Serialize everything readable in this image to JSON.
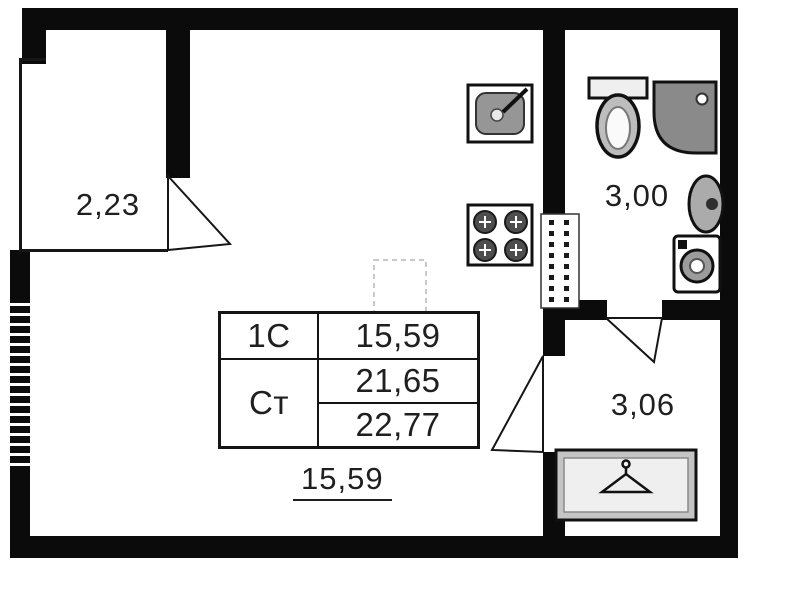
{
  "labels": {
    "balcony": "2,23",
    "bathroom": "3,00",
    "hallway": "3,06",
    "room_underlined": "15,59"
  },
  "table": {
    "type": "1С",
    "type_area": "15,59",
    "category": "Ст",
    "living_area": "21,65",
    "total_area": "22,77"
  },
  "icons": {
    "kitchen-sink-icon": "square basin with faucet line",
    "stove-icon": "square with four burners",
    "toilet-icon": "tank and bowl",
    "shower-icon": "dark square with rounded corner and drain",
    "washbasin-icon": "wall-mounted oval basin",
    "washing-machine-icon": "square with porthole door",
    "wardrobe-hanger-icon": "cabinet with clothes hanger",
    "vent-shaft-icon": "dotted duct grid",
    "window-hatch-icon": "striped exterior window wall"
  },
  "colors": {
    "wall": "#0b0b0b",
    "text": "#1f1f1f",
    "fixture": "#8f8f8f",
    "fixture_light": "#c7c7c7",
    "background": "#ffffff"
  }
}
